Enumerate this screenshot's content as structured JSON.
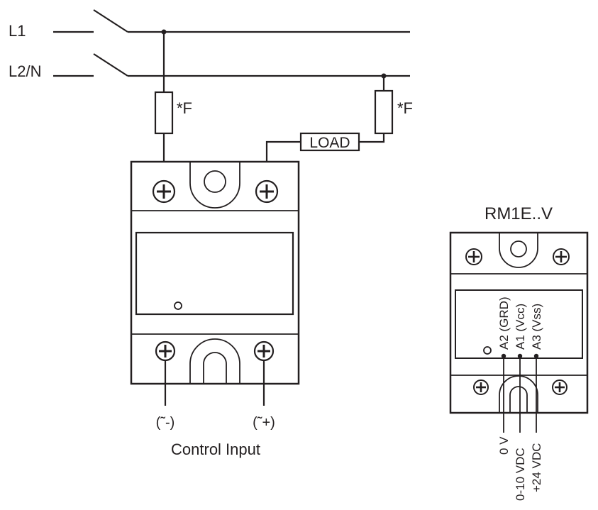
{
  "lines": {
    "l1": "L1",
    "l2n": "L2/N"
  },
  "fuse_label_left": "*F",
  "fuse_label_right": "*F",
  "load_label": "LOAD",
  "control": {
    "minus_terminal": "(˜-)",
    "plus_terminal": "(˜+)",
    "caption": "Control Input"
  },
  "rm1e": {
    "title": "RM1E..V",
    "terminals": [
      "A2 (GRD)",
      "A1 (Vcc)",
      "A3 (Vss)"
    ],
    "signals": [
      "0 V",
      "0-10 VDC",
      "+24 VDC"
    ]
  },
  "colors": {
    "ink": "#231f20",
    "background": "#ffffff"
  },
  "icons": [
    "phillips-screw-icon",
    "mounting-hole-icon",
    "fuse-icon",
    "switch-icon",
    "led-indicator-icon"
  ]
}
